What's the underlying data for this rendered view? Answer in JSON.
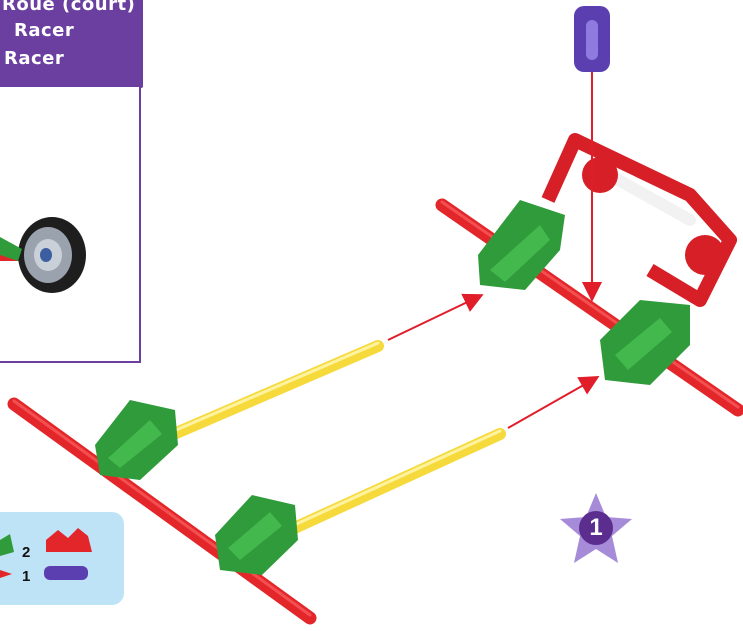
{
  "header": {
    "lines": [
      "Roue (court)",
      "Racer",
      "Racer"
    ]
  },
  "parts_legend": {
    "items": [
      {
        "quantity": "2",
        "icon": "red-connector-icon"
      },
      {
        "quantity": "1",
        "icon": "purple-connector-icon"
      }
    ]
  },
  "step": {
    "number": "1"
  },
  "colors": {
    "brand_purple": "#6a3fa0",
    "legend_blue": "#bfe3f6",
    "rod_red": "#e3262a",
    "rod_yellow": "#f6d93a",
    "connector_green": "#2f9b3a",
    "arrow_red": "#e11d2a"
  }
}
